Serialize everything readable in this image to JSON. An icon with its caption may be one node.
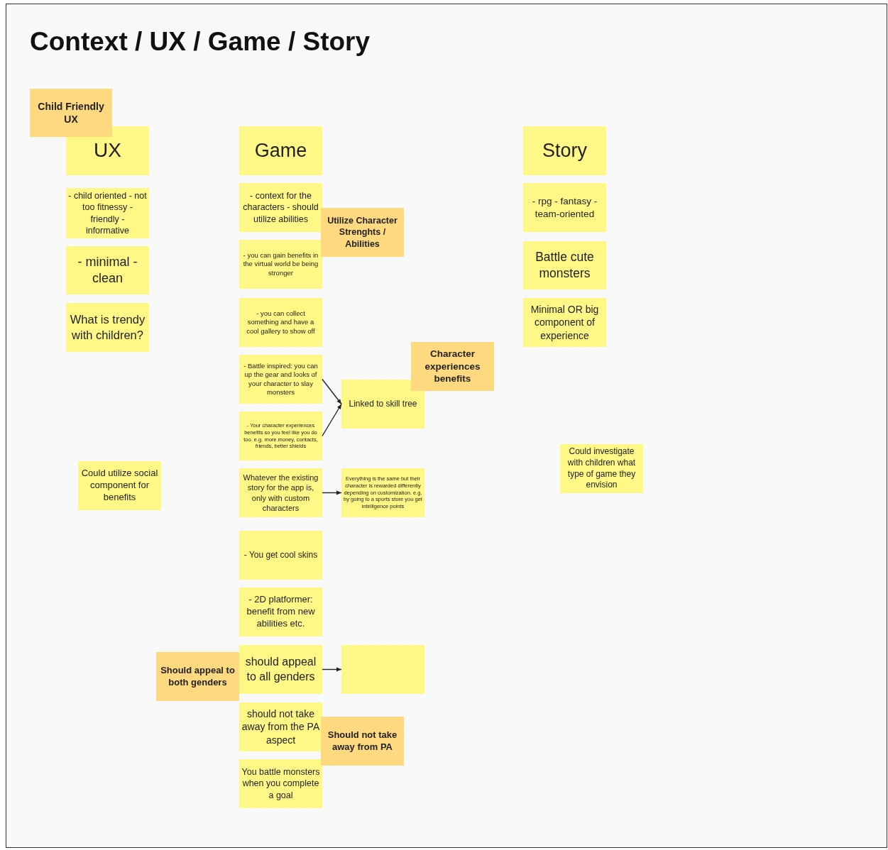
{
  "diagram": {
    "title": "Context / UX / Game / Story",
    "nodes": [
      {
        "text": [
          "Child Friendly UX"
        ]
      },
      {
        "text": [
          "UX"
        ]
      },
      {
        "text": [
          "- child oriented - not too fitnessy - friendly - informative"
        ]
      },
      {
        "text": [
          "- minimal - clean"
        ]
      },
      {
        "text": [
          "What is trendy with children?"
        ]
      },
      {
        "text": [
          "Could utilize social component for benefits"
        ]
      },
      {
        "text": [
          "Game"
        ]
      },
      {
        "text": [
          "- context for the characters - should utilize abilities"
        ]
      },
      {
        "text": [
          "Utilize Character Strenghts / Abilities"
        ]
      },
      {
        "text": [
          "- you can gain benefits in the virtual world be being stronger"
        ]
      },
      {
        "text": [
          "- you can collect something and have a cool gallery to show off"
        ]
      },
      {
        "text": [
          "- Battle inspired: you can up the gear and looks of your character to slay monsters"
        ]
      },
      {
        "text": [
          "Character experiences benefits"
        ]
      },
      {
        "text": [
          "Linked to skill tree"
        ]
      },
      {
        "text": [
          "- Your character experiences benefits so you feel like you do too. e.g. more money, contacts, friends, better shields"
        ]
      },
      {
        "text": [
          "Whatever the existing story for the app is, only with custom characters"
        ]
      },
      {
        "text": [
          "Everything is the same but their character is rewarded differently depending on customization. e.g. by going to a sports store you get intelligence points"
        ]
      },
      {
        "text": [
          "- You get cool skins"
        ]
      },
      {
        "text": [
          "- 2D platformer: benefit from new abilities etc."
        ]
      },
      {
        "text": [
          "Should appeal to both genders"
        ]
      },
      {
        "text": [
          "should appeal to all genders"
        ]
      },
      {
        "text": [],
        "shape": "box"
      },
      {
        "text": [
          "should not take away from the PA aspect"
        ]
      },
      {
        "text": [
          "Should not take away from PA"
        ]
      },
      {
        "text": [
          "You battle monsters when you complete a goal"
        ]
      },
      {
        "text": [
          "Story"
        ]
      },
      {
        "text": [
          "- rpg - fantasy - team-oriented"
        ]
      },
      {
        "text": [
          "Battle cute monsters"
        ]
      },
      {
        "text": [
          "Minimal OR big component of experience"
        ]
      },
      {
        "text": [
          "Could investigate with children what type of game they envision"
        ]
      }
    ],
    "edges": [
      {
        "from": 11,
        "to": 13,
        "arrow": "to"
      },
      {
        "from": 14,
        "to": 13,
        "arrow": "to"
      },
      {
        "from": 15,
        "to": 16,
        "arrow": "to"
      },
      {
        "from": 20,
        "to": 21,
        "arrow": "to"
      }
    ]
  }
}
